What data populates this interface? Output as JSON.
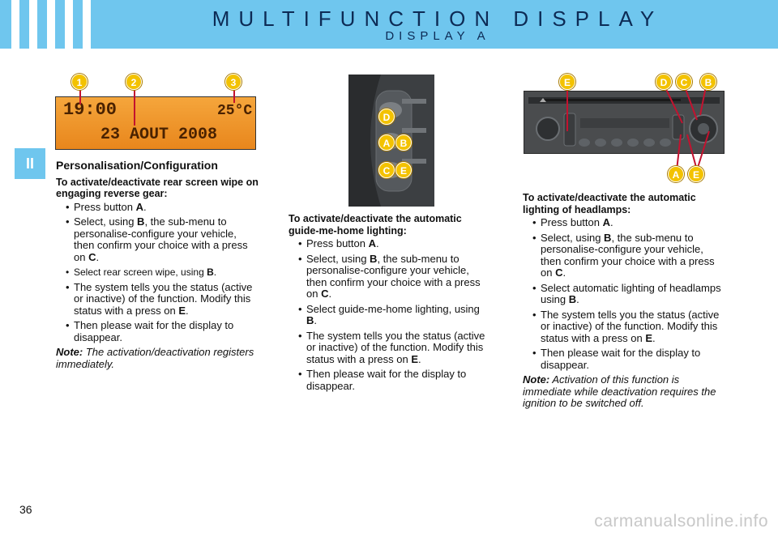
{
  "header": {
    "title": "MULTIFUNCTION DISPLAY",
    "subtitle": "DISPLAY A"
  },
  "section_tab": "II",
  "display_screen": {
    "time": "19:00",
    "temp": "25°C",
    "date": "23 AOUT 2008"
  },
  "callouts": {
    "display": [
      "1",
      "2",
      "3"
    ],
    "pad": {
      "d": "D",
      "a": "A",
      "b": "B",
      "c": "C",
      "e": "E"
    },
    "radio_top": {
      "e": "E",
      "d": "D",
      "c": "C",
      "b": "B"
    },
    "radio_bottom": {
      "a": "A",
      "e": "E"
    }
  },
  "col1": {
    "heading": "Personalisation/Configuration",
    "lead": "To activate/deactivate rear screen wipe on engaging reverse gear:",
    "items": [
      {
        "t1": "Press button ",
        "k1": "A",
        "t2": ".",
        "k2": "",
        "t3": ""
      },
      {
        "t1": "Select, using ",
        "k1": "B",
        "t2": ", the sub-menu to personalise-configure your vehicle, then confirm your choice with a press on ",
        "k2": "C",
        "t3": "."
      },
      {
        "t1": "Select rear screen wipe, using ",
        "k1": "B",
        "t2": ".",
        "k2": "",
        "t3": ""
      },
      {
        "t1": "The system tells you the status (active or inactive) of the function. Modify this status with a press on ",
        "k1": "E",
        "t2": ".",
        "k2": "",
        "t3": ""
      },
      {
        "t1": "Then please wait for the display to disappear.",
        "k1": "",
        "t2": "",
        "k2": "",
        "t3": ""
      }
    ],
    "note_label": "Note:",
    "note_text": " The activation/deactivation registers immediately."
  },
  "col2": {
    "lead": "To activate/deactivate the automatic guide-me-home lighting:",
    "items": [
      {
        "t1": "Press button ",
        "k1": "A",
        "t2": ".",
        "k2": "",
        "t3": ""
      },
      {
        "t1": "Select, using ",
        "k1": "B",
        "t2": ", the sub-menu to personalise-configure your vehicle, then confirm your choice with a press on ",
        "k2": "C",
        "t3": "."
      },
      {
        "t1": "Select guide-me-home lighting, using ",
        "k1": "B",
        "t2": ".",
        "k2": "",
        "t3": ""
      },
      {
        "t1": "The system tells you the status (active or inactive) of the function. Modify this status with a press on ",
        "k1": "E",
        "t2": ".",
        "k2": "",
        "t3": ""
      },
      {
        "t1": "Then please wait for the display to disappear.",
        "k1": "",
        "t2": "",
        "k2": "",
        "t3": ""
      }
    ]
  },
  "col3": {
    "lead": "To activate/deactivate the automatic lighting of headlamps:",
    "items": [
      {
        "t1": "Press button ",
        "k1": "A",
        "t2": ".",
        "k2": "",
        "t3": ""
      },
      {
        "t1": "Select, using ",
        "k1": "B",
        "t2": ", the sub-menu to personalise-configure your vehicle, then confirm your choice with a press on ",
        "k2": "C",
        "t3": "."
      },
      {
        "t1": "Select automatic lighting of headlamps using ",
        "k1": "B",
        "t2": ".",
        "k2": "",
        "t3": ""
      },
      {
        "t1": "The system tells you the status (active or inactive) of the function. Modify this status with a press on ",
        "k1": "E",
        "t2": ".",
        "k2": "",
        "t3": ""
      },
      {
        "t1": "Then please wait for the display to disappear.",
        "k1": "",
        "t2": "",
        "k2": "",
        "t3": ""
      }
    ],
    "note_label": "Note:",
    "note_text": " Activation of this function is immediate while deactivation requires the ignition to be switched off."
  },
  "page_number": "36",
  "watermark": "carmanualsonline.info",
  "colors": {
    "header": "#6fc6ee",
    "title": "#0d2b55",
    "callout": "#f3c200",
    "pointer": "#c3122f",
    "lcd": "#f39a2a"
  }
}
